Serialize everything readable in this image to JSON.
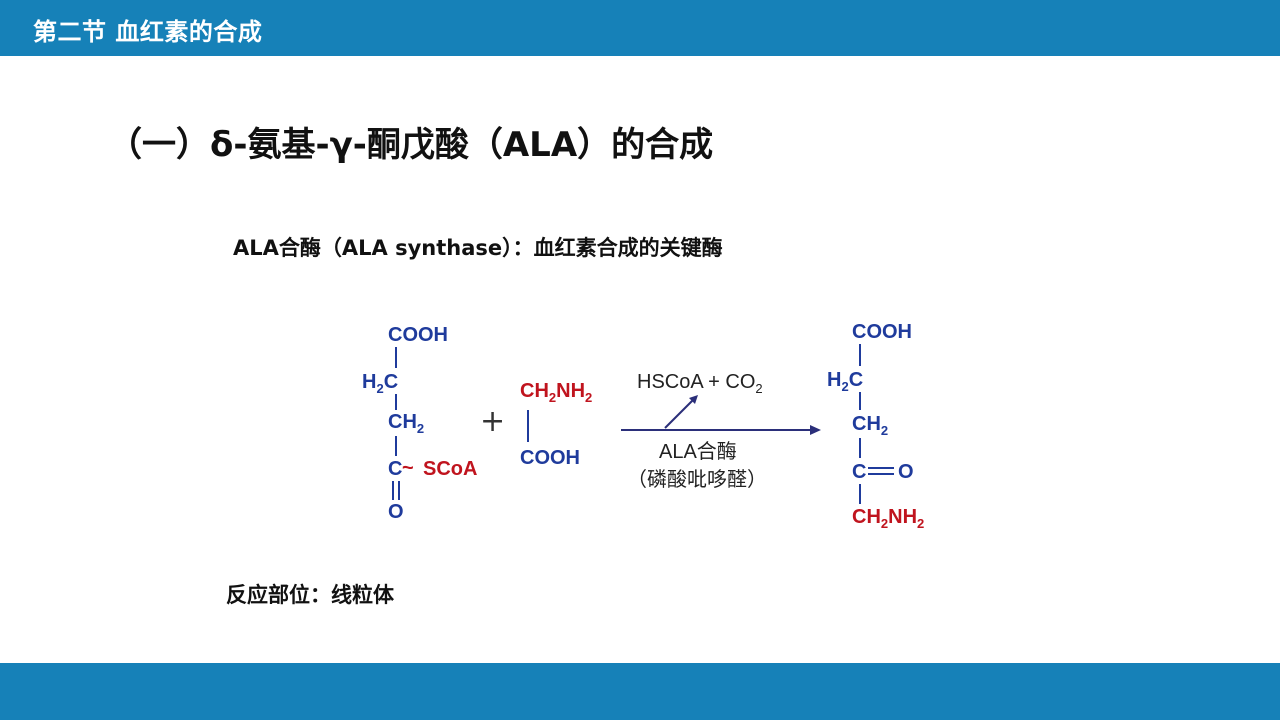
{
  "header": {
    "title": "第二节 血红素的合成"
  },
  "heading": "（一）δ-氨基-γ-酮戊酸（ALA）的合成",
  "enzyme_note": "ALA合酶（ALA synthase）：血红素合成的关键酶",
  "reaction": {
    "succinyl_coa": {
      "cooh": "COOH",
      "ch2a_main": "H",
      "ch2a_sub": "2",
      "ch2a_tail": "C",
      "ch2b_main": "CH",
      "ch2b_sub": "2",
      "c": "C",
      "tilde": "~",
      "scoa": "SCoA",
      "o": "O"
    },
    "plus": "+",
    "glycine": {
      "ch2nh2_a": "CH",
      "ch2nh2_sub1": "2",
      "ch2nh2_b": "NH",
      "ch2nh2_sub2": "2",
      "cooh": "COOH"
    },
    "byproducts": {
      "main": "HSCoA + CO",
      "sub": "2"
    },
    "enzyme": "ALA合酶",
    "cofactor": "（磷酸吡哆醛）",
    "ala": {
      "cooh": "COOH",
      "ch2a_main": "H",
      "ch2a_sub": "2",
      "ch2a_tail": "C",
      "ch2b_main": "CH",
      "ch2b_sub": "2",
      "c": "C",
      "o": "O",
      "ch2nh2_a": "CH",
      "ch2nh2_sub1": "2",
      "ch2nh2_b": "NH",
      "ch2nh2_sub2": "2"
    },
    "colors": {
      "carbon_chain": "#1f3b9c",
      "glycine_part": "#c0141e",
      "arrow": "#2b2f7a"
    }
  },
  "site_note": "反应部位：线粒体"
}
